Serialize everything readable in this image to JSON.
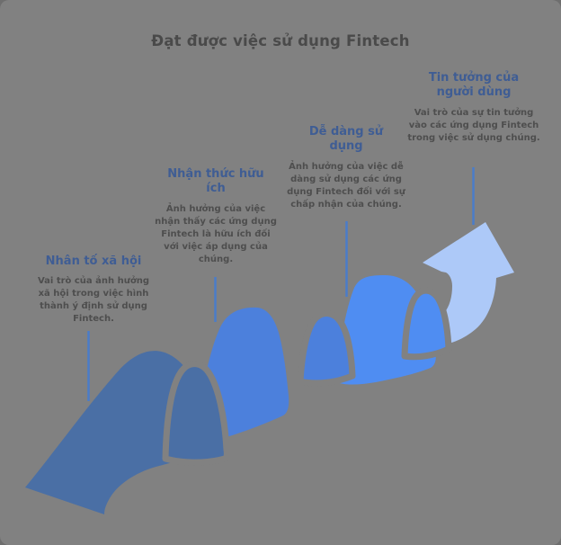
{
  "title": "Đạt được việc sử dụng Fintech",
  "stages": [
    {
      "heading": "Nhân tố xã hội",
      "body": "Vai trò của ảnh hưởng xã hội trong việc hình thành ý định sử dụng Fintech."
    },
    {
      "heading": "Nhận thức hữu ích",
      "body": "Ảnh hưởng của việc nhận thấy các ứng dụng Fintech là hữu ích đối với việc áp dụng của chúng."
    },
    {
      "heading": "Dễ dàng sử dụng",
      "body": "Ảnh hưởng của việc dễ dàng sử dụng các ứng dụng Fintech đối với sự chấp nhận của chúng."
    },
    {
      "heading": "Tin tưởng của người dùng",
      "body": "Vai trò của sự tin tưởng vào các ứng dụng Fintech trong việc sử dụng chúng."
    }
  ],
  "colors": {
    "background": "#818181",
    "title_text": "#4a4a4a",
    "heading_text": "#3f5d94",
    "body_text": "#4e4e4e",
    "connector": "#4a7cc9",
    "band1": "#4a6fa5",
    "band2": "#4c80dc",
    "band3": "#4f8df2",
    "arrow": "#adc9f8"
  }
}
